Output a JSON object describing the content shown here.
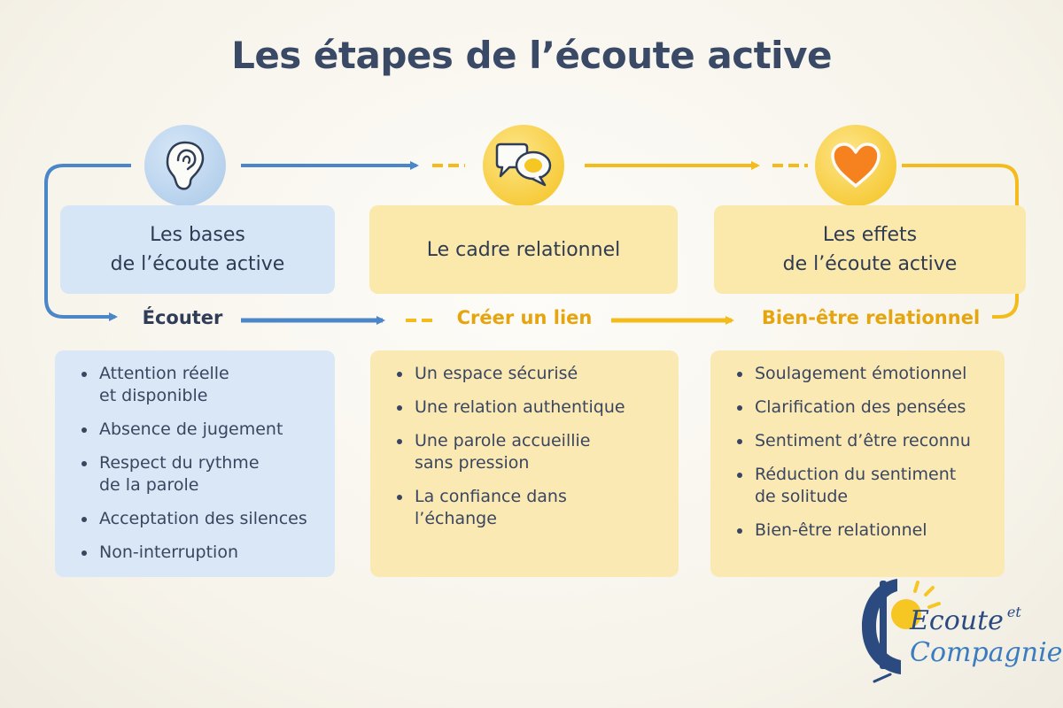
{
  "title": "Les étapes de l’écoute active",
  "colors": {
    "blue_accent": "#4a86c8",
    "yellow_accent": "#f3bc1c",
    "text_dark": "#2e3b52",
    "heart": "#f5821f"
  },
  "columns": [
    {
      "icon": "ear-icon",
      "header_line1": "Les bases",
      "header_line2": "de l’écoute active",
      "step": "Écouter",
      "items": [
        "Attention réelle\net disponible",
        "Absence de jugement",
        "Respect du rythme\nde la parole",
        "Acceptation des silences",
        "Non-interruption"
      ]
    },
    {
      "icon": "speech-bubbles-icon",
      "header_line1": "Le cadre relationnel",
      "header_line2": "",
      "step": "Créer un lien",
      "items": [
        "Un espace sécurisé",
        "Une relation authentique",
        "Une parole accueillie\nsans pression",
        "La confiance dans\nl’échange"
      ]
    },
    {
      "icon": "heart-icon",
      "header_line1": "Les effets",
      "header_line2": "de l’écoute active",
      "step": "Bien-être relationnel",
      "items": [
        "Soulagement émotionnel",
        "Clarification des pensées",
        "Sentiment d’être reconnu",
        "Réduction du sentiment\nde solitude",
        "Bien-être relationnel"
      ]
    }
  ],
  "logo": {
    "line1": "Ecoute",
    "line1_small": "et",
    "line2": "Compagnie"
  }
}
